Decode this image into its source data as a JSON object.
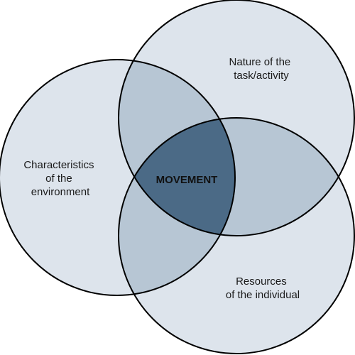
{
  "diagram": {
    "type": "venn",
    "colors": {
      "base": "#dde4ec",
      "pair_overlap": "#b7c6d4",
      "center": "#4b6a86",
      "stroke": "#000000"
    },
    "sets": [
      {
        "id": "task",
        "label_lines": [
          "Nature of the",
          "task/activity"
        ]
      },
      {
        "id": "environment",
        "label_lines": [
          "Characteristics",
          "of the",
          "environment"
        ]
      },
      {
        "id": "individual",
        "label_lines": [
          "Resources",
          "of the individual"
        ]
      }
    ],
    "intersection_label": "MOVEMENT"
  }
}
